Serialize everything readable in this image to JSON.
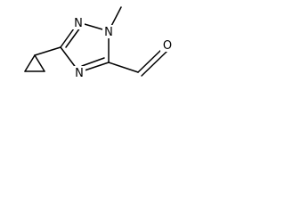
{
  "molecule": {
    "atoms": {
      "n1": "N",
      "n2": "N",
      "n4": "N",
      "o": "O"
    }
  }
}
